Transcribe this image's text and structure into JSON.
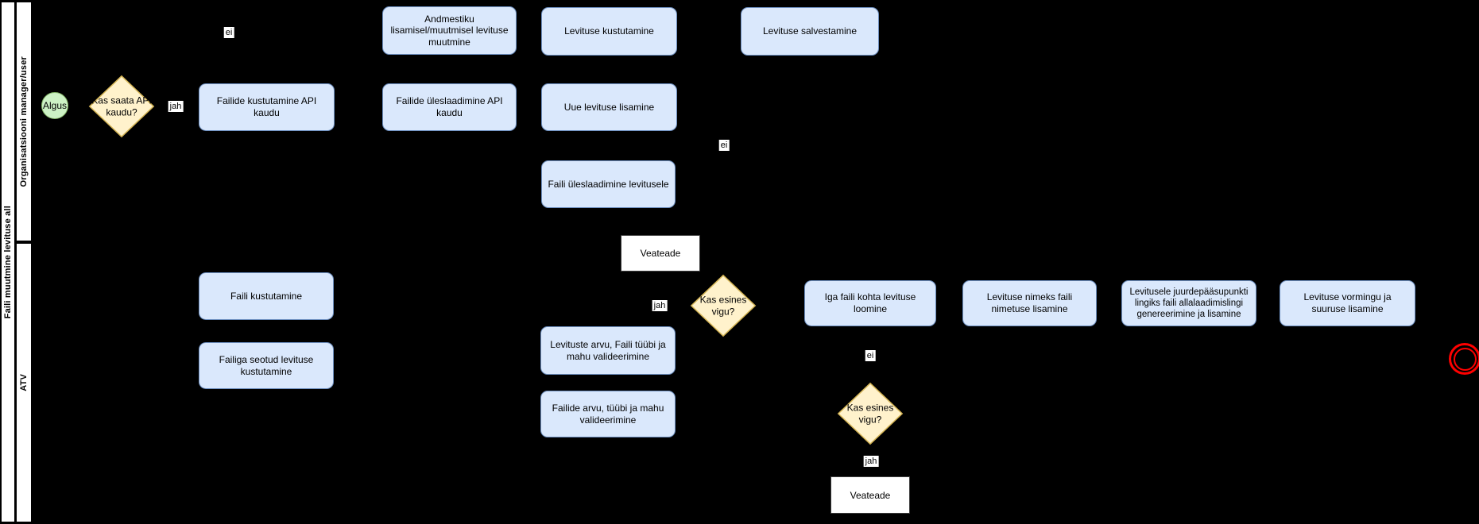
{
  "pool": {
    "title": "Faili muutmine levituse all"
  },
  "lanes": [
    {
      "label": "Organisatsiooni manager/user"
    },
    {
      "label": "ATV"
    }
  ],
  "events": {
    "start": {
      "label": "Algus",
      "type": "start"
    },
    "end": {
      "type": "end"
    }
  },
  "gateways": {
    "g1": {
      "label": "Kas saata API kaudu?"
    },
    "g2": {
      "label": "Kas esines vigu?"
    },
    "g3": {
      "label": "Kas esines vigu?"
    }
  },
  "tasks": {
    "failide_kustutamine_api": "Failide kustutamine API kaudu",
    "andmestiku_muutmine": "Andmestiku lisamisel/muutmisel levituse muutmine",
    "failide_yleslaadimine_api": "Failide üleslaadimine API kaudu",
    "levituse_kustutamine": "Levituse kustutamine",
    "uue_levituse_lisamine": "Uue levituse lisamine",
    "faili_yleslaadimine_levitusele": "Faili üleslaadimine levitusele",
    "levituse_salvestamine": "Levituse salvestamine",
    "faili_kustutamine": "Faili kustutamine",
    "failiga_seotud_levituse_kustutamine": "Failiga seotud levituse kustutamine",
    "levituste_arvu_valideerimine": "Levituste arvu, Faili tüübi ja mahu valideerimine",
    "failide_arvu_valideerimine": "Failide arvu, tüübi ja mahu valideerimine",
    "iga_faili_kohta_levituse_loomine": "Iga faili kohta levituse loomine",
    "levituse_nimeks_lisamine": "Levituse nimeks faili nimetuse lisamine",
    "juurdepaasupunkti_link": "Levitusele juurdepääsupunkti lingiks faili allalaadimislingi genereerimine ja lisamine",
    "levituse_vormingu_lisamine": "Levituse vormingu ja suuruse lisamine"
  },
  "messages": {
    "veateade1": "Veateade",
    "veateade2": "Veateade"
  },
  "edge_labels": {
    "ei1": "ei",
    "jah1": "jah",
    "ei2": "ei",
    "jah2": "jah",
    "ei3": "ei",
    "jah3": "jah"
  },
  "colors": {
    "canvas-bg": "#000000",
    "header-fill": "#ffffff",
    "task-fill": "#dae8fc",
    "task-stroke": "#6c8ebf",
    "gateway-fill": "#fff2cc",
    "gateway-stroke": "#d6b656",
    "start-fill": "#cdf2c5",
    "start-stroke": "#82b366",
    "end-stroke": "#ff0000",
    "text-color": "#000000"
  }
}
